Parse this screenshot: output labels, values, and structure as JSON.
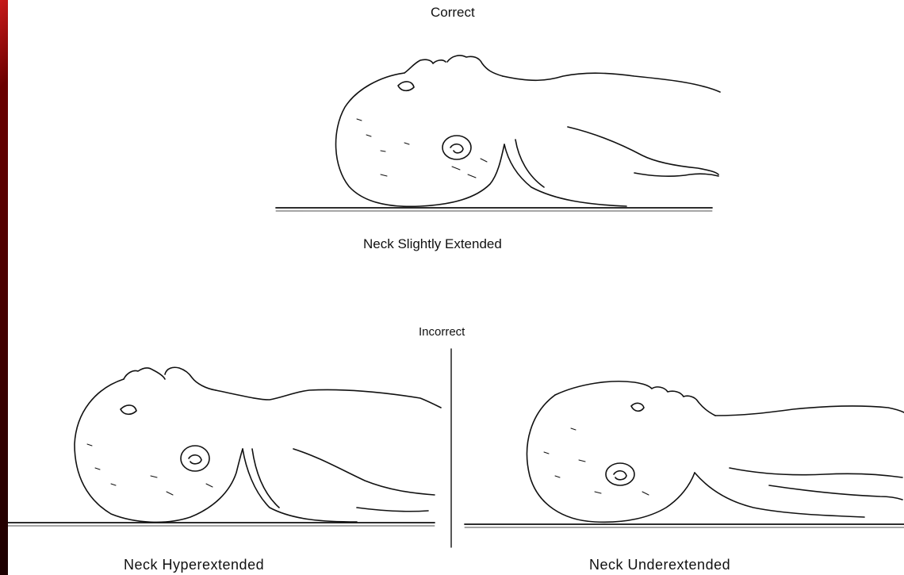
{
  "slide": {
    "accent_color": "#c81a1a",
    "background_color": "#000000"
  },
  "figure": {
    "top_heading": "Correct",
    "correct_caption": "Neck Slightly Extended",
    "middle_heading": "Incorrect",
    "hyperextended_caption": "Neck Hyperextended",
    "underextended_caption": "Neck Underextended"
  }
}
